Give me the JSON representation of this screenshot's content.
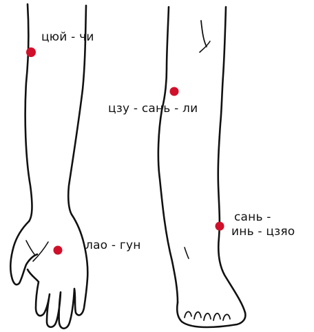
{
  "points": [
    {
      "id": "p1",
      "label": "цюй - чи"
    },
    {
      "id": "p2",
      "label": "цзу - сань - ли"
    },
    {
      "id": "p3",
      "label": "лао - гун"
    },
    {
      "id": "p4",
      "label_lines": [
        "сань -",
        "инь - цзяо"
      ]
    }
  ],
  "colors": {
    "outline": "#111111",
    "point": "#d0102a",
    "background": "#ffffff"
  }
}
